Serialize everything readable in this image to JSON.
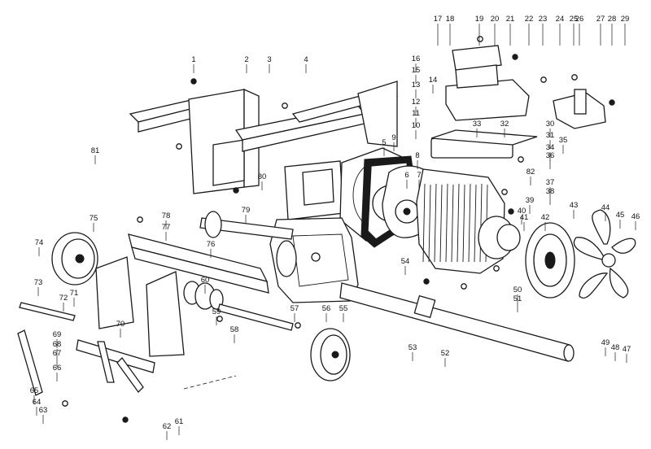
{
  "callouts": [
    "1",
    "2",
    "3",
    "4",
    "5",
    "6",
    "7",
    "8",
    "9",
    "10",
    "11",
    "12",
    "13",
    "14",
    "15",
    "16",
    "17",
    "18",
    "19",
    "20",
    "21",
    "22",
    "23",
    "24",
    "25",
    "26",
    "27",
    "28",
    "29",
    "30",
    "31",
    "32",
    "33",
    "34",
    "35",
    "36",
    "37",
    "38",
    "39",
    "40",
    "41",
    "42",
    "43",
    "44",
    "45",
    "46",
    "47",
    "48",
    "49",
    "50",
    "51",
    "52",
    "53",
    "54",
    "55",
    "56",
    "57",
    "58",
    "59",
    "60",
    "61",
    "62",
    "63",
    "64",
    "65",
    "66",
    "67",
    "68",
    "69",
    "70",
    "71",
    "72",
    "73",
    "74",
    "75",
    "76",
    "77",
    "78",
    "79",
    "80",
    "81",
    "82"
  ],
  "line_color": "#1a1a1a",
  "background": "#ffffff"
}
